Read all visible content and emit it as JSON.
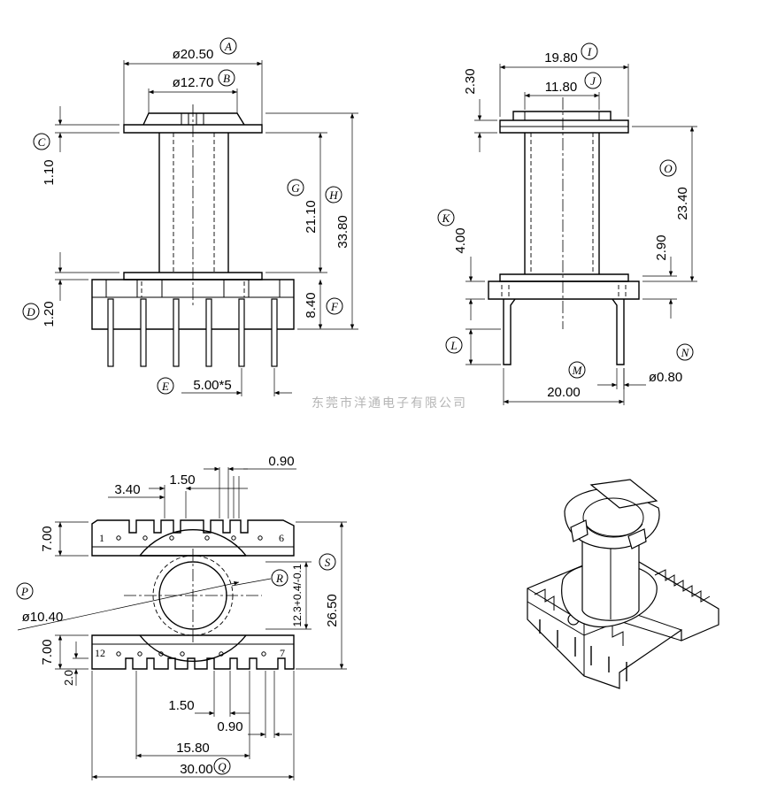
{
  "watermark": "东莞市洋通电子有限公司",
  "labels": [
    "A",
    "B",
    "C",
    "D",
    "E",
    "F",
    "G",
    "H",
    "I",
    "J",
    "K",
    "L",
    "M",
    "N",
    "O",
    "P",
    "Q",
    "R",
    "S"
  ],
  "front_view": {
    "dims": {
      "A": "ø20.50",
      "B": "ø12.70",
      "C": "1.10",
      "D": "1.20",
      "E": "5.00*5",
      "F": "8.40",
      "G": "21.10",
      "H": "33.80"
    }
  },
  "side_view": {
    "dims": {
      "I": "19.80",
      "J": "11.80",
      "top": "2.30",
      "K": "4.00",
      "O": "23.40",
      "mid": "2.90",
      "M": "20.00",
      "N": "ø0.80"
    }
  },
  "top_view": {
    "dims": {
      "top_slot": "0.90",
      "top_pitch": "1.50",
      "top_offset": "3.40",
      "top_height": "7.00",
      "P": "ø10.40",
      "R": "12.3+0.4/-0.1",
      "S": "26.50",
      "bot_height": "7.00",
      "bot_small": "2.0",
      "bot_pitch": "1.50",
      "bot_slot": "0.90",
      "bot_span": "15.80",
      "Q": "30.00"
    },
    "pins": {
      "top_left": "1",
      "top_right": "6",
      "bottom_left": "12",
      "bottom_right": "7"
    }
  }
}
